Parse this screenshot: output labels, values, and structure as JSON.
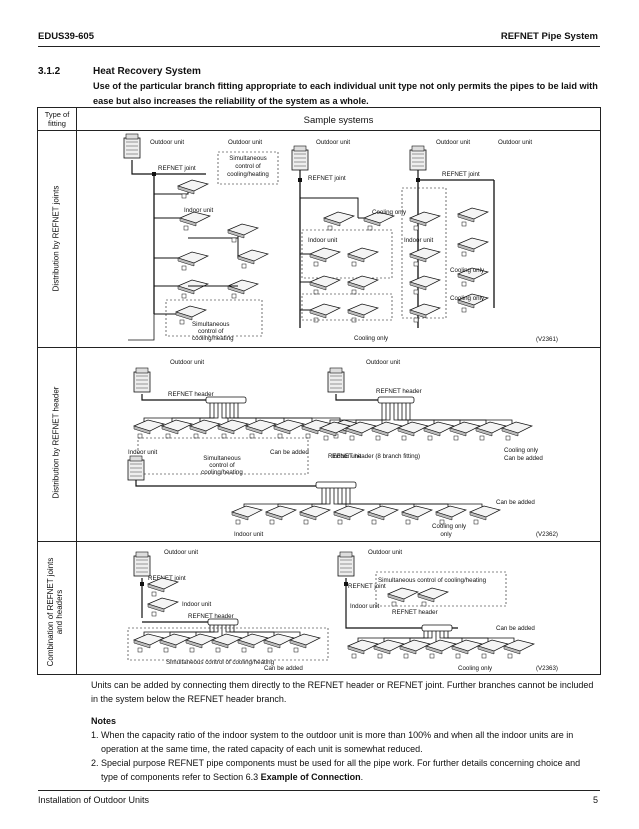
{
  "header": {
    "doc_id": "EDUS39-605",
    "section_name": "REFNET Pipe System"
  },
  "section": {
    "number": "3.1.2",
    "title": "Heat Recovery System",
    "intro": "Use of the particular branch fitting appropriate to each individual unit type not only permits the pipes to be laid with ease but also increases the reliability of the system as a whole."
  },
  "table": {
    "col_type_header": "Type of fitting",
    "col_sample_header": "Sample systems",
    "rows": [
      {
        "label": "Distribution by REFNET joints",
        "code": "(V2361)"
      },
      {
        "label": "Distribution by REFNET header",
        "code": "(V2362)"
      },
      {
        "label": "Combination of REFNET joints and headers",
        "code": "(V2363)"
      }
    ]
  },
  "diagram_labels": {
    "outdoor_unit": "Outdoor unit",
    "refnet_joint": "REFNET joint",
    "refnet_header": "REFNET header",
    "refnet_header_8": "REFNET header (8 branch fitting)",
    "indoor_unit": "Indoor unit",
    "cooling_only": "Cooling only",
    "simultaneous_control": "Simultaneous control of cooling/heating",
    "simultaneous_short": "Simultaneous",
    "control_of": "control of",
    "cooling_heating": "cooling/heating",
    "can_be_added": "Can be added"
  },
  "body_text": "Units can be added by connecting them directly to the REFNET header or REFNET joint. Further branches cannot be included in the system below the REFNET header branch.",
  "notes": {
    "title": "Notes",
    "items": [
      {
        "num": "1.",
        "text": "When the capacity ratio of the indoor system to the outdoor unit is more than 100% and when all the indoor units are in operation at the same time, the rated capacity of each unit is somewhat reduced."
      },
      {
        "num": "2.",
        "text_before": "Special purpose REFNET pipe components must be used for all the pipe work. For further details concerning choice and type of components refer to Section 6.3 ",
        "bold": "Example of Connection",
        "text_after": "."
      }
    ]
  },
  "footer": {
    "left": "Installation of Outdoor Units",
    "page": "5"
  }
}
